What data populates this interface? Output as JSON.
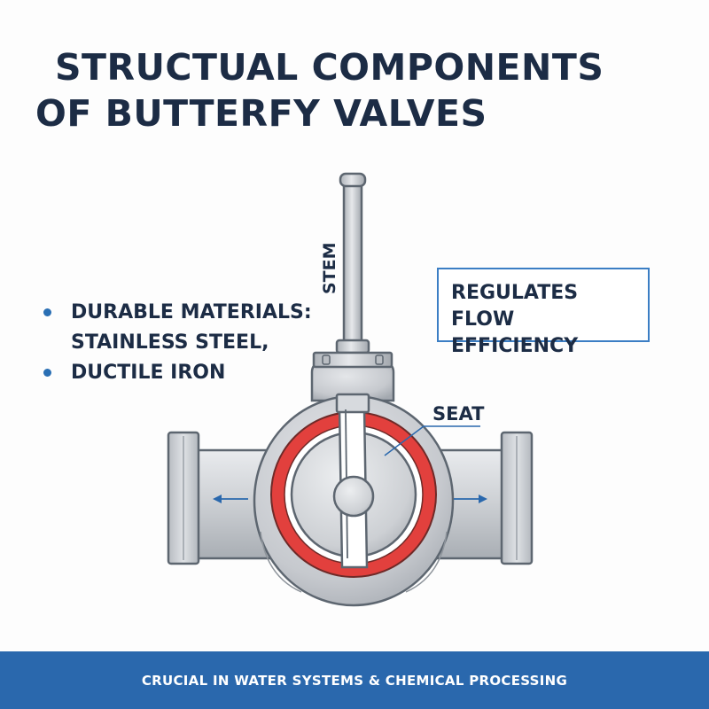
{
  "title": {
    "line1": "STRUCTUAL COMPONENTS",
    "line2": "OF BUTTERFY VALVES"
  },
  "features": [
    "DURABLE MATERIALS:",
    "STAINLESS STEEL,",
    "DUCTILE IRON"
  ],
  "callout": {
    "line1": "REGULATES FLOW",
    "line2": "EFFICIENCY"
  },
  "labels": {
    "stem": "STEM",
    "seat": "SEAT"
  },
  "footer": {
    "text": "CRUCIAL IN WATER SYSTEMS & CHEMICAL PROCESSING"
  },
  "colors": {
    "title": "#1c2c45",
    "accent_blue": "#2a68ad",
    "seat_red": "#e2403d",
    "metal": "#c7cacf",
    "outline": "#5d6670"
  }
}
